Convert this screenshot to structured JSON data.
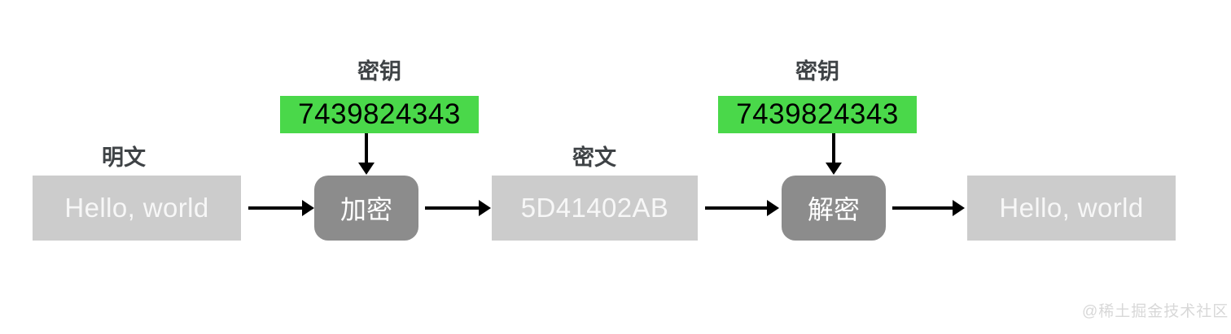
{
  "diagram": {
    "title_semantic": "symmetric-encryption-flow",
    "colors": {
      "data_box_fill": "#cccccc",
      "data_box_text": "#f7f7f7",
      "process_box_fill": "#8c8c8c",
      "process_box_text": "#ffffff",
      "key_box_fill": "#4ad84a",
      "key_box_text": "#000000",
      "caption_text": "#3f4346",
      "arrow": "#000000",
      "background": "#ffffff",
      "watermark_text": "#d8d8d8"
    },
    "captions": {
      "plaintext": "明文",
      "key_left": "密钥",
      "ciphertext": "密文",
      "key_right": "密钥"
    },
    "nodes": {
      "plaintext_value": "Hello, world",
      "key_left_value": "7439824343",
      "encrypt_label": "加密",
      "ciphertext_value": "5D41402AB",
      "key_right_value": "7439824343",
      "decrypt_label": "解密",
      "output_value": "Hello, world"
    },
    "watermark": "@稀土掘金技术社区"
  }
}
